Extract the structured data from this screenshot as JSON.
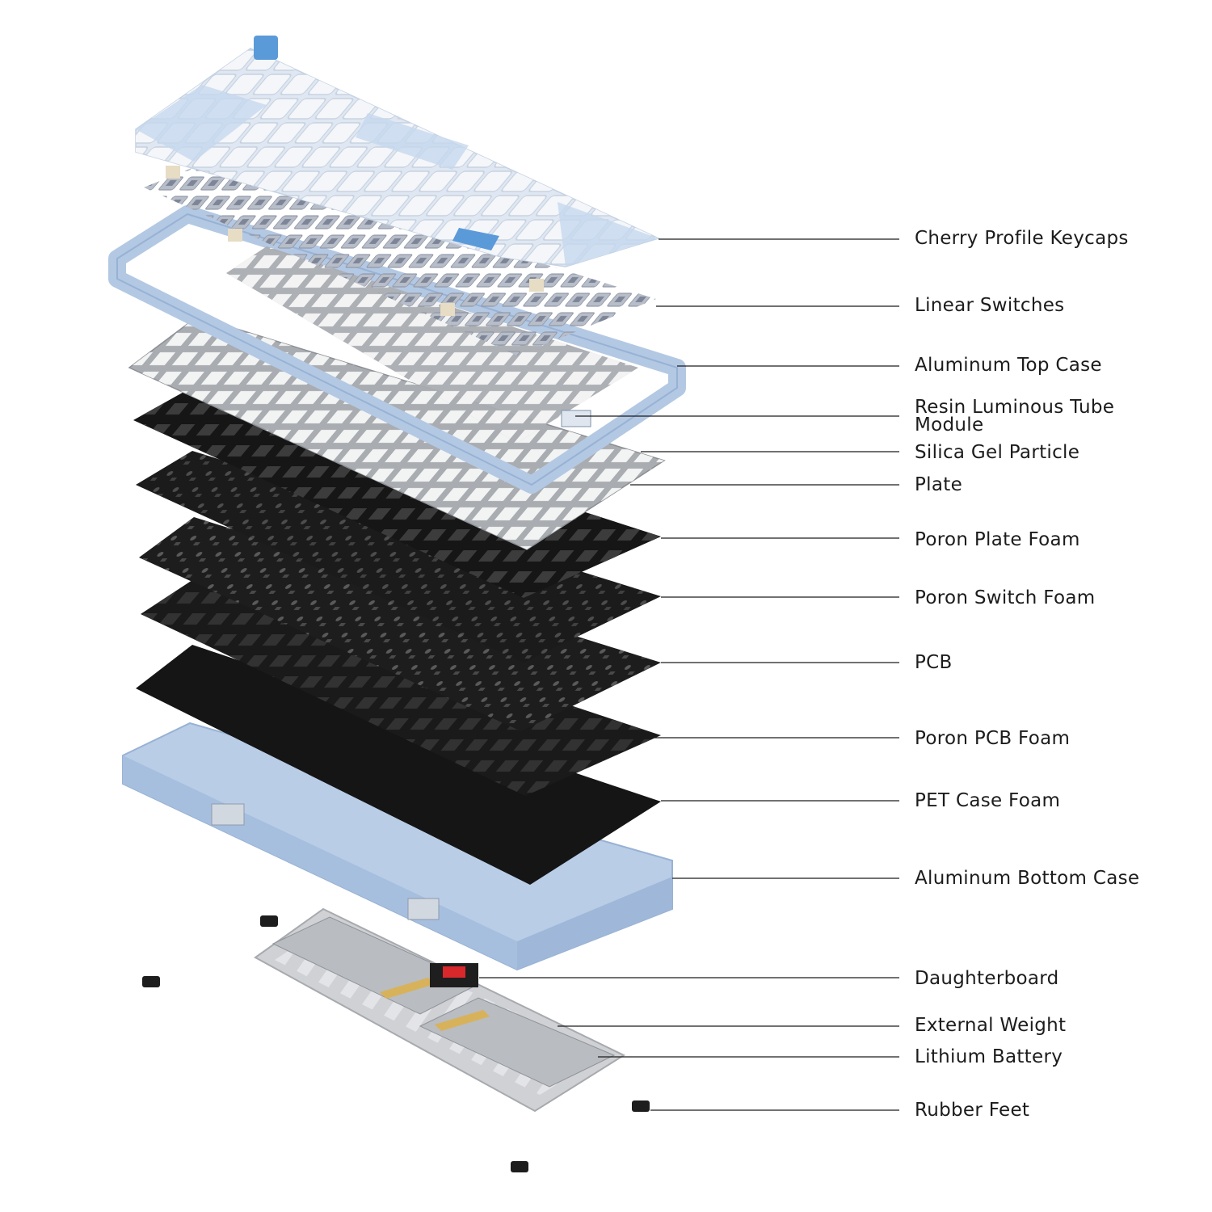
{
  "colors": {
    "background": "#ffffff",
    "case_blue": "#b9cde6",
    "case_blue_dark": "#98b2d4",
    "key_white": "#f2f4f7",
    "key_blue": "#c6d8ee",
    "accent_key": "#5b9ad9",
    "plate_gray": "#a9acb0",
    "foam_black": "#141414",
    "weight_gray": "#c9cbce",
    "daughterboard_red": "#d8282c",
    "battery_gold": "#d8b25a",
    "leader_line": "#1c1c1c"
  },
  "labels": [
    {
      "id": "keycaps",
      "text": "Cherry Profile Keycaps"
    },
    {
      "id": "switches",
      "text": "Linear Switches"
    },
    {
      "id": "top-case",
      "text": "Aluminum Top Case"
    },
    {
      "id": "tube-module",
      "text": "Resin Luminous Tube\nModule"
    },
    {
      "id": "silica-gel",
      "text": "Silica Gel Particle"
    },
    {
      "id": "plate",
      "text": "Plate"
    },
    {
      "id": "plate-foam",
      "text": "Poron Plate Foam"
    },
    {
      "id": "switch-foam",
      "text": "Poron Switch Foam"
    },
    {
      "id": "pcb",
      "text": "PCB"
    },
    {
      "id": "pcb-foam",
      "text": "Poron PCB Foam"
    },
    {
      "id": "case-foam",
      "text": "PET Case Foam"
    },
    {
      "id": "bottom-case",
      "text": "Aluminum Bottom Case"
    },
    {
      "id": "daughterboard",
      "text": "Daughterboard"
    },
    {
      "id": "external-weight",
      "text": "External Weight"
    },
    {
      "id": "battery",
      "text": "Lithium Battery"
    },
    {
      "id": "rubber-feet",
      "text": "Rubber Feet"
    }
  ]
}
